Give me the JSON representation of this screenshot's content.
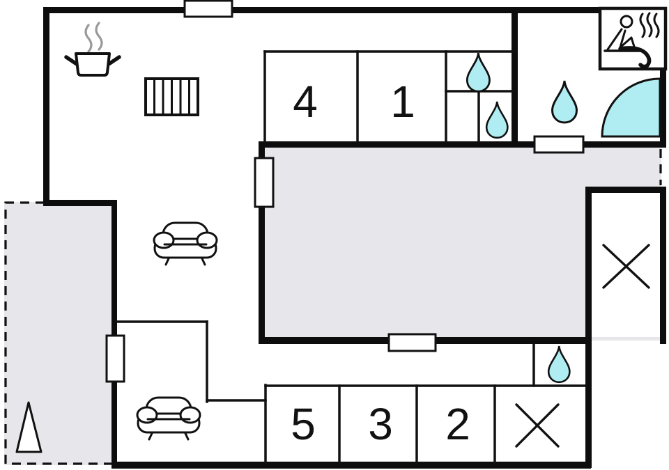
{
  "plan": {
    "type": "floor-plan",
    "room_labels": [
      {
        "id": "room-4",
        "label": "4"
      },
      {
        "id": "room-1",
        "label": "1"
      },
      {
        "id": "room-5",
        "label": "5"
      },
      {
        "id": "room-3",
        "label": "3"
      },
      {
        "id": "room-2",
        "label": "2"
      }
    ],
    "colors": {
      "wall": "#0d0d0d",
      "area_gray": "#e7e6ea",
      "water": "#b0edf2",
      "steam_gray": "#9a9a9a",
      "floor_white": "#ffffff"
    },
    "icons": [
      {
        "name": "cooking-pot-icon",
        "count": 1
      },
      {
        "name": "radiator-icon",
        "count": 1
      },
      {
        "name": "sofa-icon",
        "count": 2
      },
      {
        "name": "water-drop-icon",
        "count": 4
      },
      {
        "name": "shower-icon",
        "count": 1
      },
      {
        "name": "sauna-icon",
        "count": 1
      },
      {
        "name": "stairs-cross-icon",
        "count": 2
      },
      {
        "name": "north-arrow-icon",
        "count": 1
      }
    ]
  }
}
